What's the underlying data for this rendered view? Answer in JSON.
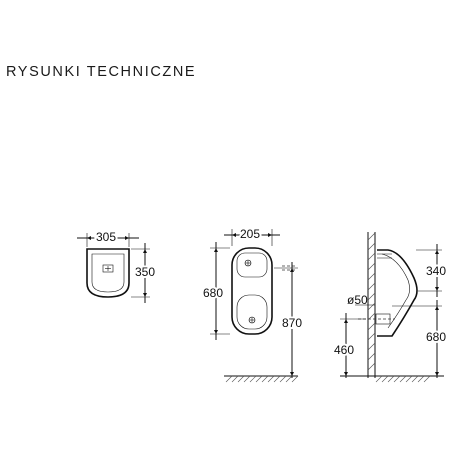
{
  "heading": "RYSUNKI TECHNICZNE",
  "front_view": {
    "width": "305",
    "height": "350"
  },
  "side_view": {
    "width": "205",
    "height": "680",
    "total_height": "870"
  },
  "section_view": {
    "pipe": "ø50",
    "inlet_depth": "340",
    "height": "680",
    "drain_height": "460"
  }
}
